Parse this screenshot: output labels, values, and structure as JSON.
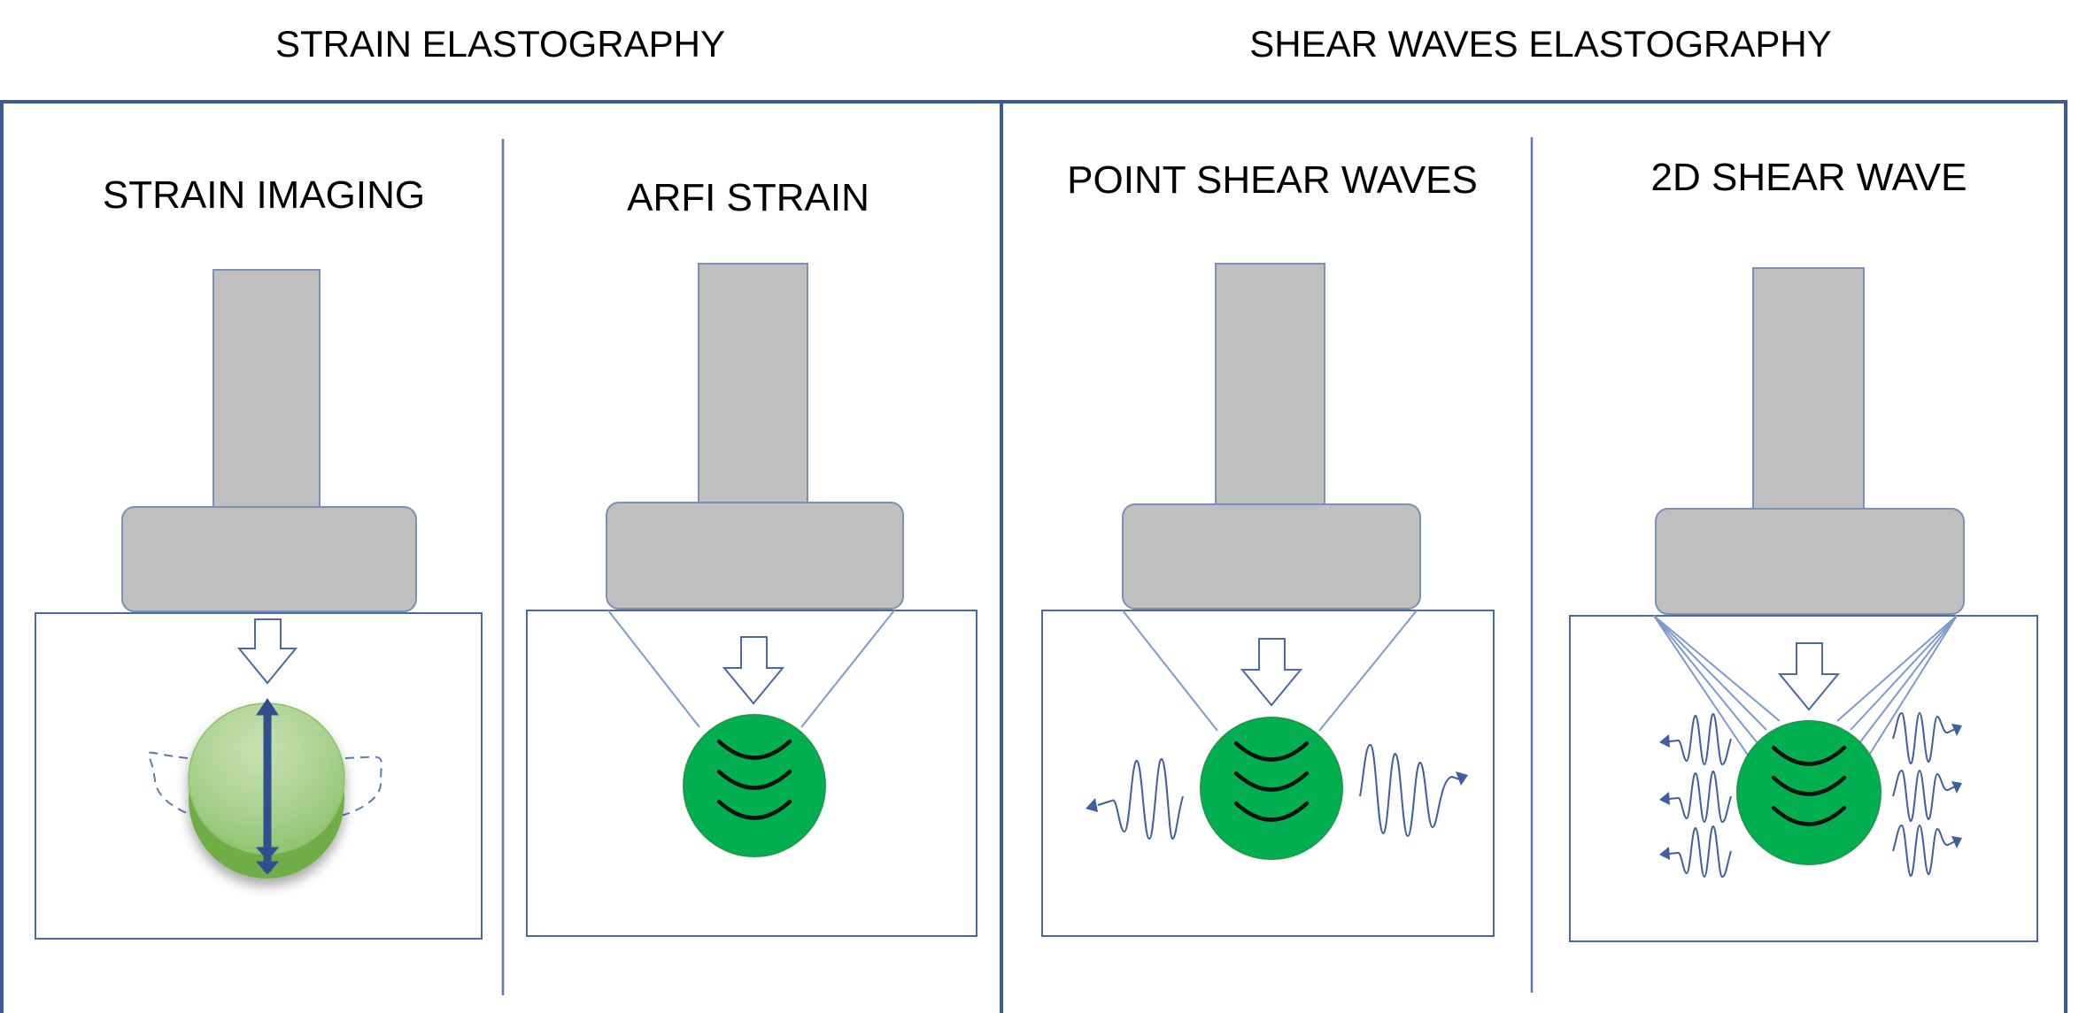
{
  "sections": [
    {
      "title": "STRAIN ELASTOGRAPHY",
      "panels": [
        {
          "title": "STRAIN IMAGING"
        },
        {
          "title": "ARFI STRAIN"
        }
      ]
    },
    {
      "title": "SHEAR WAVES ELASTOGRAPHY",
      "panels": [
        {
          "title": "POINT SHEAR WAVES"
        },
        {
          "title": "2D SHEAR WAVE"
        }
      ]
    }
  ],
  "colors": {
    "frame": "#3a5a9a",
    "divider": "#5b7bb5",
    "probe_fill": "#bfbfbf",
    "probe_stroke": "#7b8fb8",
    "tissue_box": "#4a6aa5",
    "beam": "#7d9ad0",
    "wave": "#3f5fa0",
    "lesion_green": "#00b050",
    "lesion_light": "#a9d08e",
    "lesion_mid": "#70ad47",
    "arrow_dark": "#2f4f8f",
    "arc": "#111111"
  },
  "icons": {
    "probe": "transducer-probe",
    "push_arrow": "down-arrow-outline",
    "lesion": "green-lesion-circle",
    "shear_wave": "sine-wave-arrow"
  }
}
